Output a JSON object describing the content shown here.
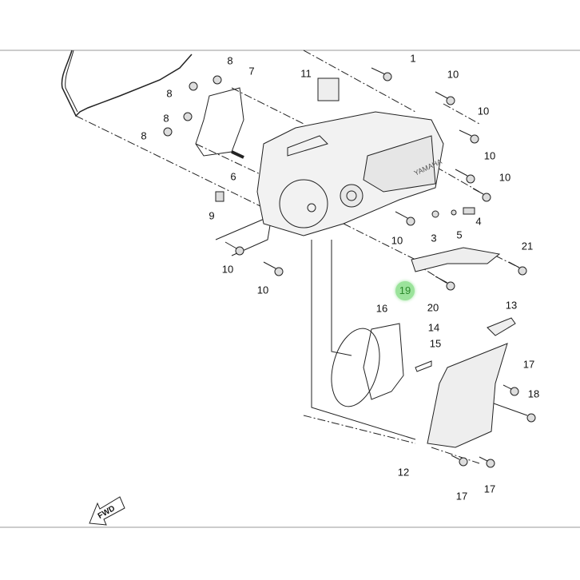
{
  "diagram": {
    "title": "Crankcase cover 1 parts diagram",
    "brand_mark": "YAMAHA",
    "direction_label": "FWD",
    "highlight_color": "#9be39b",
    "labels": [
      "8",
      "7",
      "11",
      "1",
      "10",
      "8",
      "10",
      "8",
      "8",
      "10",
      "6",
      "10",
      "9",
      "4",
      "3",
      "5",
      "10",
      "21",
      "10",
      "10",
      "19",
      "20",
      "16",
      "13",
      "14",
      "15",
      "17",
      "18",
      "12",
      "17",
      "17"
    ],
    "highlighted_part": "19"
  }
}
